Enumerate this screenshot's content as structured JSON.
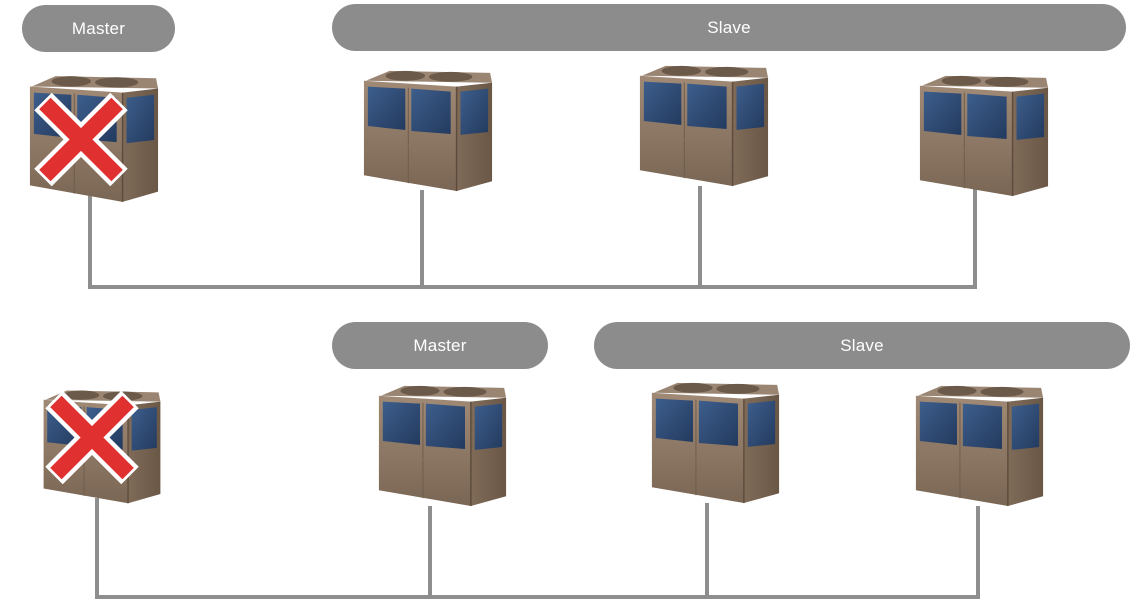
{
  "colors": {
    "label_pill": "#8c8c8c",
    "label_text": "#ffffff",
    "wire": "#8e8e8e",
    "unit_body": "#8f7a66",
    "unit_panel": "#2f4b73",
    "failure_mark": "#e03030"
  },
  "scenario_1": {
    "master_label": "Master",
    "slave_label": "Slave",
    "units": [
      {
        "role": "master",
        "failed": true,
        "icon": "heat-pump-unit-icon"
      },
      {
        "role": "slave",
        "failed": false,
        "icon": "heat-pump-unit-icon"
      },
      {
        "role": "slave",
        "failed": false,
        "icon": "heat-pump-unit-icon"
      },
      {
        "role": "slave",
        "failed": false,
        "icon": "heat-pump-unit-icon"
      }
    ]
  },
  "scenario_2": {
    "master_label": "Master",
    "slave_label": "Slave",
    "units": [
      {
        "role": "offline",
        "failed": true,
        "icon": "heat-pump-unit-icon"
      },
      {
        "role": "master",
        "failed": false,
        "icon": "heat-pump-unit-icon"
      },
      {
        "role": "slave",
        "failed": false,
        "icon": "heat-pump-unit-icon"
      },
      {
        "role": "slave",
        "failed": false,
        "icon": "heat-pump-unit-icon"
      }
    ]
  }
}
